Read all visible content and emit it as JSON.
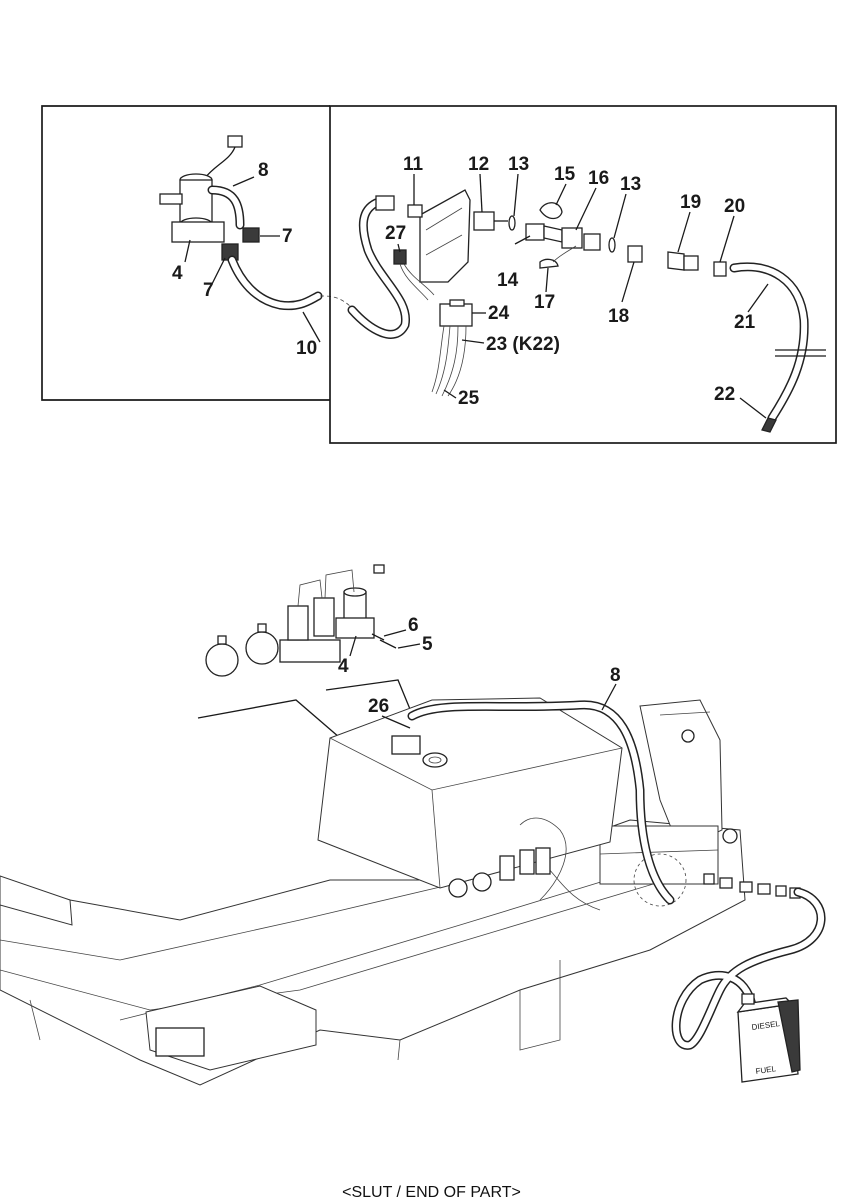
{
  "callouts": {
    "top_left": {
      "c8": "8",
      "c7a": "7",
      "c4": "4",
      "c7b": "7",
      "c10": "10"
    },
    "top_right": {
      "c11": "11",
      "c12": "12",
      "c13a": "13",
      "c15": "15",
      "c16": "16",
      "c13b": "13",
      "c19": "19",
      "c20": "20",
      "c27": "27",
      "c14": "14",
      "c17": "17",
      "c18": "18",
      "c21": "21",
      "c24": "24",
      "c23": "23 (K22)",
      "c25": "25",
      "c22": "22"
    },
    "bottom": {
      "c6": "6",
      "c5": "5",
      "c4": "4",
      "c26": "26",
      "c8": "8"
    }
  },
  "canister": {
    "label_top": "DIESEL",
    "label_bottom": "FUEL"
  },
  "footer": "<SLUT / END OF PART>"
}
